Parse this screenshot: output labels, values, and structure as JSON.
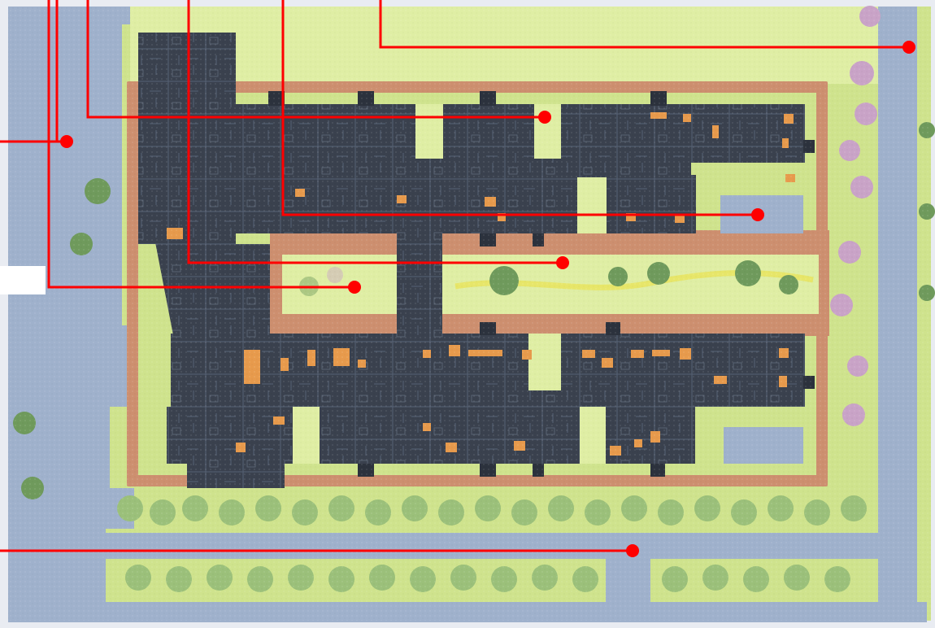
{
  "figure": {
    "kind": "annotated site plan of a residential building complex",
    "labels": [],
    "colors": {
      "lawn": "#cfe38d",
      "lawn_light": "#dfeea4",
      "road": "#9fb1cc",
      "road_edge": "#8fa3c2",
      "building": "#3d4452",
      "building_dark": "#2c323d",
      "terrace": "#e79a4c",
      "walkway": "#cd8f6f",
      "tree": "#9bc07a",
      "tree_dark": "#6f9a5c",
      "flower_tree": "#c9a3c7",
      "leader_line": "#ff0000",
      "canvas_edge": "#e9ecf2"
    },
    "callouts": [
      {
        "id": "callout-1",
        "target": "lawn-north"
      },
      {
        "id": "callout-2",
        "target": "north-wing-roof"
      },
      {
        "id": "callout-3",
        "target": "side-road-entrance"
      },
      {
        "id": "callout-4",
        "target": "north-wing-east-plaza"
      },
      {
        "id": "callout-5",
        "target": "central-courtyard"
      },
      {
        "id": "callout-6",
        "target": "courtyard-west-garden"
      },
      {
        "id": "callout-7",
        "target": "south-service-road"
      }
    ]
  }
}
